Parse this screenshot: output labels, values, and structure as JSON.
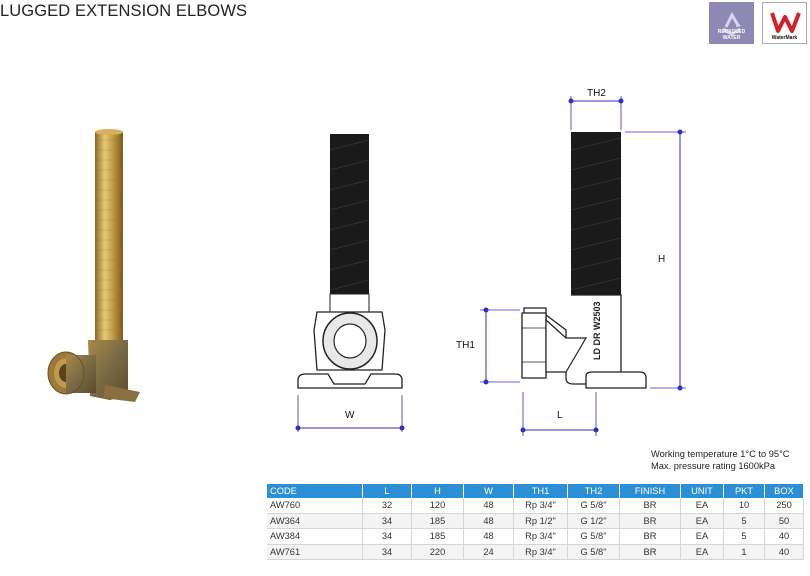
{
  "header": {
    "title": "LUGGED EXTENSION ELBOWS"
  },
  "logos": {
    "recycle": {
      "text": "RECYCLED WATER",
      "icon": "recycle-icon"
    },
    "watermark": {
      "text": "WaterMark",
      "icon": "watermark-icon"
    }
  },
  "diagram": {
    "labels": {
      "th2": "TH2",
      "h": "H",
      "th1": "TH1",
      "w": "W",
      "l": "L"
    },
    "body_marking": "LD DR W2503"
  },
  "notes": {
    "working_temp": "Working temperature 1°C to 95°C",
    "max_pressure": "Max. pressure rating 1600kPa"
  },
  "table": {
    "headers": [
      "CODE",
      "L",
      "H",
      "W",
      "TH1",
      "TH2",
      "FINISH",
      "UNIT",
      "PKT",
      "BOX"
    ],
    "rows": [
      [
        "AW760",
        "32",
        "120",
        "48",
        "Rp 3/4\"",
        "G 5/8\"",
        "BR",
        "EA",
        "10",
        "250"
      ],
      [
        "AW364",
        "34",
        "185",
        "48",
        "Rp 1/2\"",
        "G 1/2\"",
        "BR",
        "EA",
        "5",
        "50"
      ],
      [
        "AW384",
        "34",
        "185",
        "48",
        "Rp 3/4\"",
        "G 5/8\"",
        "BR",
        "EA",
        "5",
        "40"
      ],
      [
        "AW761",
        "34",
        "220",
        "24",
        "Rp 3/4\"",
        "G 5/8\"",
        "BR",
        "EA",
        "1",
        "40"
      ]
    ]
  },
  "colors": {
    "table_header": "#2b8fd6",
    "brass": "#c9a04a",
    "dimension_line": "#3030c0",
    "recycle_bg": "#8e88b4",
    "watermark_red": "#d0202a"
  }
}
